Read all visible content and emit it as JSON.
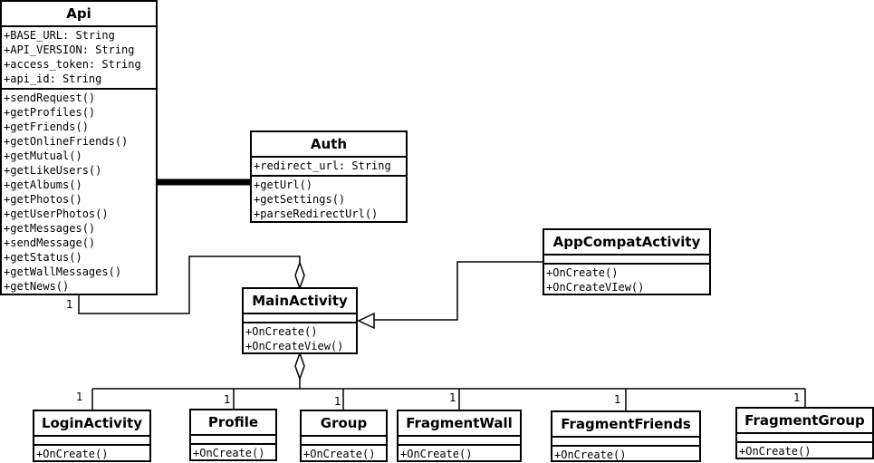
{
  "classes": [
    {
      "key": "api",
      "name": "Api",
      "attributes": [
        "+BASE_URL: String",
        "+API_VERSION: String",
        "+access_token: String",
        "+api_id: String"
      ],
      "operations": [
        "+sendRequest()",
        "+getProfiles()",
        "+getFriends()",
        "+getOnlineFriends()",
        "+getMutual()",
        "+getLikeUsers()",
        "+getAlbums()",
        "+getPhotos()",
        "+getUserPhotos()",
        "+getMessages()",
        "+sendMessage()",
        "+getStatus()",
        "+getWallMessages()",
        "+getNews()"
      ]
    },
    {
      "key": "auth",
      "name": "Auth",
      "attributes": [
        "+redirect_url: String"
      ],
      "operations": [
        "+getUrl()",
        "+getSettings()",
        "+parseRedirectUrl()"
      ]
    },
    {
      "key": "appcompat",
      "name": "AppCompatActivity",
      "attributes": [],
      "operations": [
        "+OnCreate()",
        "+OnCreateVIew()"
      ]
    },
    {
      "key": "main",
      "name": "MainActivity",
      "attributes": [],
      "operations": [
        "+OnCreate()",
        "+OnCreateView()"
      ]
    },
    {
      "key": "login",
      "name": "LoginActivity",
      "attributes": [],
      "operations": [
        "+OnCreate()"
      ]
    },
    {
      "key": "profile",
      "name": "Profile",
      "attributes": [],
      "operations": [
        "+OnCreate()"
      ]
    },
    {
      "key": "group",
      "name": "Group",
      "attributes": [],
      "operations": [
        "+OnCreate()"
      ]
    },
    {
      "key": "fragmentwall",
      "name": "FragmentWall",
      "attributes": [],
      "operations": [
        "+OnCreate()"
      ]
    },
    {
      "key": "fragmentfriends",
      "name": "FragmentFriends",
      "attributes": [],
      "operations": [
        "+OnCreate()"
      ]
    },
    {
      "key": "fragmentgroup",
      "name": "FragmentGroup",
      "attributes": [],
      "operations": [
        "+OnCreate()"
      ]
    }
  ],
  "multiplicities": {
    "api_main": "1",
    "login": "1",
    "profile": "1",
    "group": "1",
    "fragmentwall": "1",
    "fragmentfriends": "1",
    "fragmentgroup": "1"
  }
}
